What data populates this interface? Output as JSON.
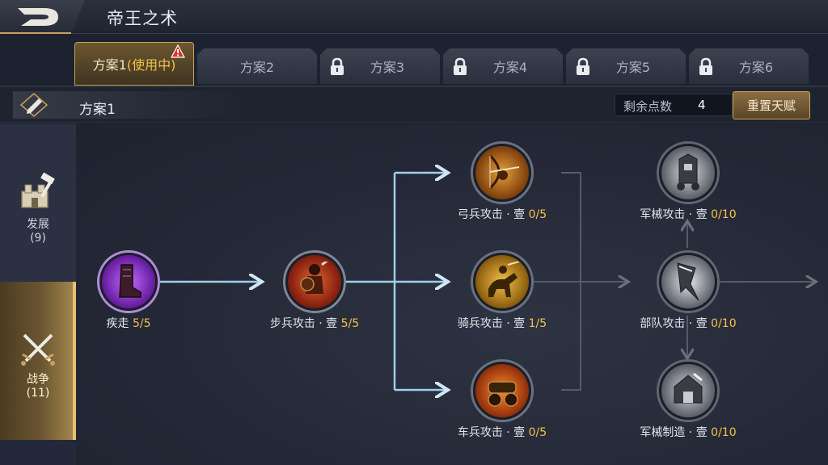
{
  "header": {
    "title": "帝王之术"
  },
  "tabs": [
    {
      "label": "方案1",
      "status": "(使用中)",
      "active": true,
      "locked": false
    },
    {
      "label": "方案2",
      "active": false,
      "locked": false
    },
    {
      "label": "方案3",
      "active": false,
      "locked": true
    },
    {
      "label": "方案4",
      "active": false,
      "locked": true
    },
    {
      "label": "方案5",
      "active": false,
      "locked": true
    },
    {
      "label": "方案6",
      "active": false,
      "locked": true
    }
  ],
  "plan": {
    "name": "方案1",
    "points_label": "剩余点数",
    "points_value": "4",
    "reset_label": "重置天赋"
  },
  "sidebar": {
    "categories": [
      {
        "label": "发展",
        "count": "(9)",
        "active": false
      },
      {
        "label": "战争",
        "count": "(11)",
        "active": true
      }
    ]
  },
  "nodes": {
    "sprint": {
      "name": "疾走",
      "level": "5/5"
    },
    "infantry": {
      "name": "步兵攻击 · 壹",
      "level": "5/5"
    },
    "archer": {
      "name": "弓兵攻击 · 壹",
      "level": "0/5"
    },
    "cavalry": {
      "name": "骑兵攻击 · 壹",
      "level": "1/5"
    },
    "chariot": {
      "name": "车兵攻击 · 壹",
      "level": "0/5"
    },
    "siege_attack": {
      "name": "军械攻击 · 壹",
      "level": "0/10"
    },
    "troop_attack": {
      "name": "部队攻击 · 壹",
      "level": "0/10"
    },
    "siege_build": {
      "name": "军械制造 · 壹",
      "level": "0/10"
    }
  },
  "colors": {
    "accent_gold": "#c9a25a",
    "level_yellow": "#f3c24a",
    "link_active": "#9fd0ea",
    "link_inactive": "#555b68"
  }
}
